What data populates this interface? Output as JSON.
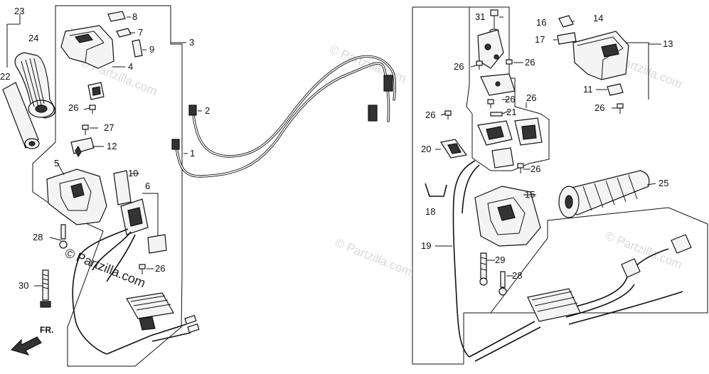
{
  "watermark": {
    "brand": "Partzilla.com",
    "symbol": "©"
  },
  "direction_label": "FR.",
  "callouts": {
    "c1": "1",
    "c2": "2",
    "c3": "3",
    "c4": "4",
    "c5": "5",
    "c6": "6",
    "c7": "7",
    "c8": "8",
    "c9": "9",
    "c10": "10",
    "c11": "11",
    "c12": "12",
    "c13": "13",
    "c14": "14",
    "c15": "15",
    "c16": "16",
    "c17": "17",
    "c18": "18",
    "c19": "19",
    "c20": "20",
    "c21": "21",
    "c22": "22",
    "c23": "23",
    "c24": "24",
    "c25": "25",
    "c26": "26",
    "c27": "27",
    "c28": "28",
    "c29": "29",
    "c30": "30",
    "c31": "31"
  },
  "colors": {
    "line": "#111111",
    "background": "#ffffff",
    "watermark": "#d9d9d9"
  }
}
